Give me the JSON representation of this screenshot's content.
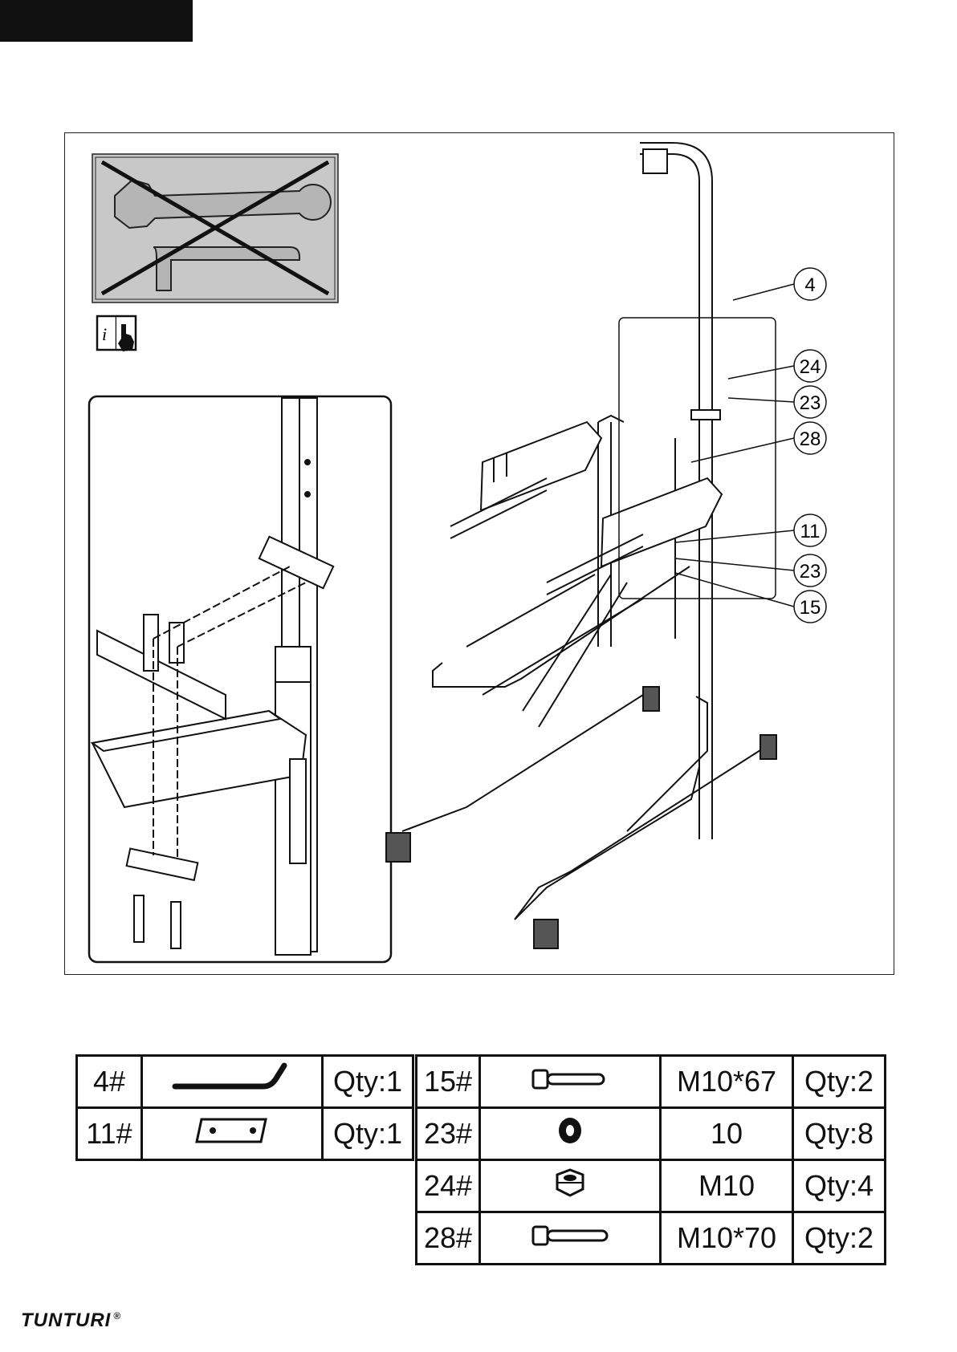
{
  "callouts": [
    "4",
    "24",
    "23",
    "28",
    "11",
    "23",
    "15"
  ],
  "parts_left": [
    {
      "id": "4#",
      "icon": "tube-part-icon",
      "spec": "",
      "qty": "Qty:1"
    },
    {
      "id": "11#",
      "icon": "plate-part-icon",
      "spec": "",
      "qty": "Qty:1"
    }
  ],
  "parts_right": [
    {
      "id": "15#",
      "icon": "bolt-icon",
      "spec": "M10*67",
      "qty": "Qty:2"
    },
    {
      "id": "23#",
      "icon": "washer-icon",
      "spec": "10",
      "qty": "Qty:8"
    },
    {
      "id": "24#",
      "icon": "nut-icon",
      "spec": "M10",
      "qty": "Qty:4"
    },
    {
      "id": "28#",
      "icon": "bolt-icon",
      "spec": "M10*70",
      "qty": "Qty:2"
    }
  ],
  "brand": {
    "name": "TUNTURI",
    "mark": "®"
  },
  "colors": {
    "ink": "#111111",
    "warning_panel": "#c8c8c8"
  }
}
